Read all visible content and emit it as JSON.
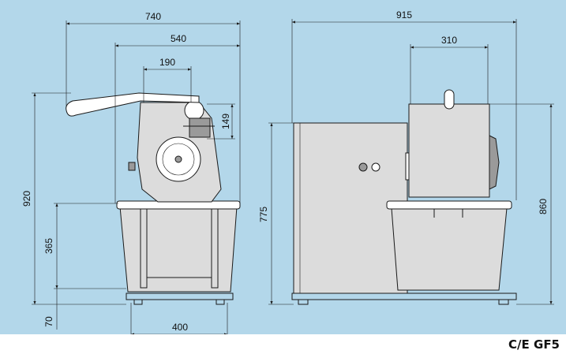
{
  "model_label": "C/E GF5",
  "dimensions": {
    "w740": "740",
    "w540": "540",
    "w190": "190",
    "h149": "149",
    "h920": "920",
    "h365": "365",
    "h70": "70",
    "w400": "400",
    "w915": "915",
    "w310": "310",
    "h775": "775",
    "h860": "860"
  },
  "colors": {
    "background": "#b3d7ea",
    "footer": "#ffffff",
    "ink": "#1a1a1a"
  }
}
